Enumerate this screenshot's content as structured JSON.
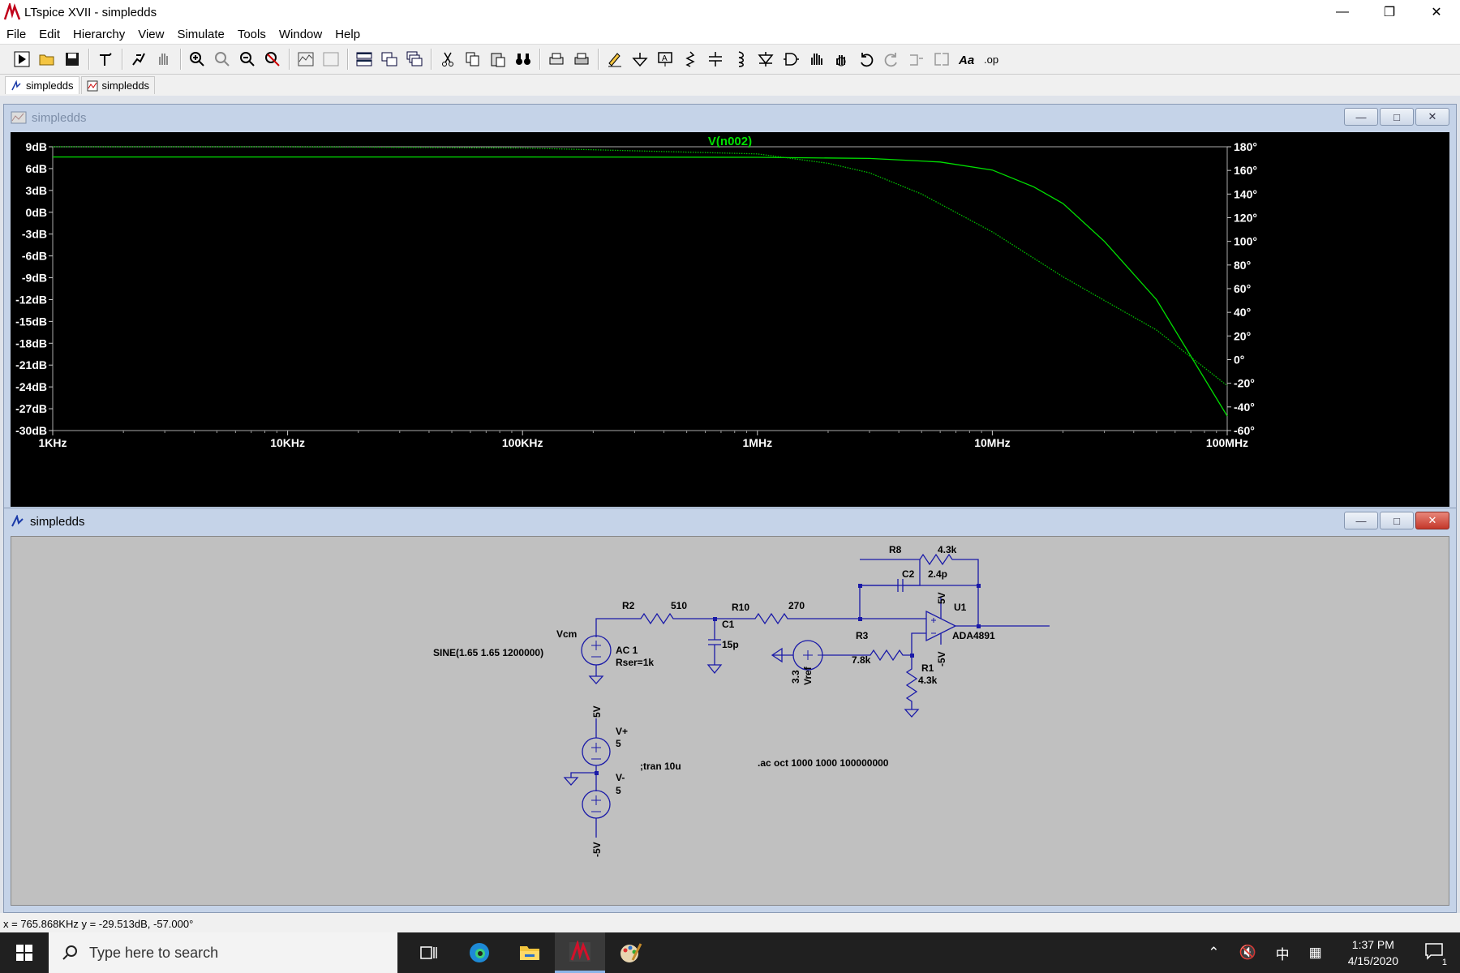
{
  "window": {
    "title": "LTspice XVII - simpledds"
  },
  "menu": [
    "File",
    "Edit",
    "Hierarchy",
    "View",
    "Simulate",
    "Tools",
    "Window",
    "Help"
  ],
  "tabs": [
    {
      "label": "simpledds",
      "kind": "schematic"
    },
    {
      "label": "simpledds",
      "kind": "waveform"
    }
  ],
  "plot_window": {
    "title": "simpledds"
  },
  "schematic_window": {
    "title": "simpledds"
  },
  "chart_data": {
    "type": "line",
    "title": "V(n002)",
    "x_scale": "log",
    "x_ticks": [
      "1KHz",
      "10KHz",
      "100KHz",
      "1MHz",
      "10MHz",
      "100MHz"
    ],
    "x_tick_values": [
      1000,
      10000,
      100000,
      1000000,
      10000000,
      100000000
    ],
    "y_left_ticks": [
      "9dB",
      "6dB",
      "3dB",
      "0dB",
      "-3dB",
      "-6dB",
      "-9dB",
      "-12dB",
      "-15dB",
      "-18dB",
      "-21dB",
      "-24dB",
      "-27dB",
      "-30dB"
    ],
    "y_left_range": [
      -30,
      9
    ],
    "y_right_ticks": [
      "180°",
      "160°",
      "140°",
      "120°",
      "100°",
      "80°",
      "60°",
      "40°",
      "20°",
      "0°",
      "-20°",
      "-40°",
      "-60°"
    ],
    "y_right_range": [
      -60,
      180
    ],
    "series": [
      {
        "name": "V(n002)",
        "style": "solid",
        "color": "#00e000",
        "axis": "left",
        "x": [
          1000,
          10000,
          100000,
          1000000,
          3000000,
          6000000,
          10000000,
          15000000,
          20000000,
          30000000,
          50000000,
          100000000
        ],
        "y": [
          7.6,
          7.6,
          7.6,
          7.55,
          7.4,
          6.9,
          5.8,
          3.5,
          1.2,
          -4.0,
          -12.0,
          -28.0
        ]
      },
      {
        "name": "phase",
        "style": "dotted",
        "color": "#00c000",
        "axis": "right",
        "x": [
          1000,
          10000,
          100000,
          1000000,
          2000000,
          3000000,
          5000000,
          10000000,
          20000000,
          30000000,
          50000000,
          100000000
        ],
        "y": [
          180,
          180,
          179,
          174,
          166,
          158,
          140,
          108,
          70,
          50,
          25,
          -22
        ]
      }
    ]
  },
  "schematic": {
    "labels": {
      "r8": "R8",
      "r8v": "4.3k",
      "c2": "C2",
      "c2v": "2.4p",
      "r2": "R2",
      "r2v": "510",
      "r10": "R10",
      "r10v": "270",
      "c1": "C1",
      "c1v": "15p",
      "u1": "U1",
      "u1p": "ADA4891",
      "v5top": "5V",
      "vm5": "-5V",
      "r3": "R3",
      "r3v": "7.8k",
      "r1": "R1",
      "r1v": "4.3k",
      "vref": "Vref",
      "vrefv": "3.3",
      "vcm": "Vcm",
      "sine": "SINE(1.65 1.65 1200000)",
      "ac": "AC 1",
      "rser": "Rser=1k",
      "vplus": "V+",
      "vplusv": "5",
      "vminus": "V-",
      "vminusv": "5",
      "tran": ";tran 10u",
      "ac_cmd": ".ac oct 1000 1000 100000000",
      "sup5": "5V",
      "supm5": "-5V"
    }
  },
  "status": {
    "text": "x = 765.868KHz    y = -29.513dB, -57.000°"
  },
  "taskbar": {
    "search_placeholder": "Type here to search",
    "time": "1:37 PM",
    "date": "4/15/2020",
    "ime": "中",
    "notif_count": "1"
  }
}
